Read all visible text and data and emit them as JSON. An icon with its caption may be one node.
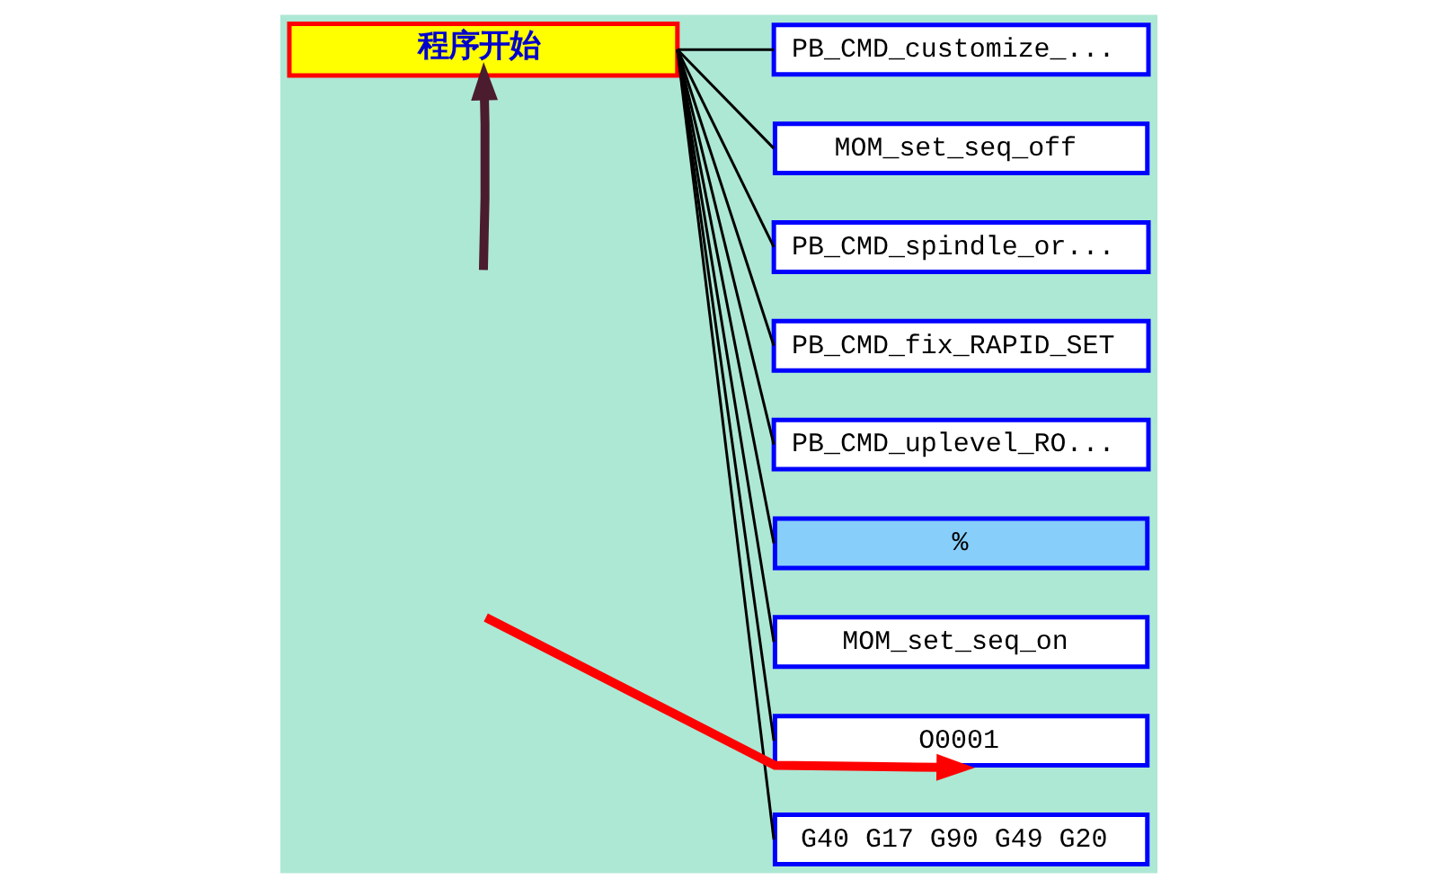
{
  "diagram": {
    "nodes": [
      {
        "text": [
          "程序开始"
        ]
      },
      {
        "text": [
          "PB_CMD_customize_..."
        ]
      },
      {
        "text": [
          "MOM_set_seq_off"
        ]
      },
      {
        "text": [
          "PB_CMD_spindle_or..."
        ]
      },
      {
        "text": [
          "PB_CMD_fix_RAPID_SET"
        ]
      },
      {
        "text": [
          "PB_CMD_uplevel_RO..."
        ]
      },
      {
        "text": [
          "%"
        ]
      },
      {
        "text": [
          "MOM_set_seq_on"
        ]
      },
      {
        "text": [
          "O0001"
        ]
      },
      {
        "text": [
          "G40 G17 G90 G49 G20"
        ]
      }
    ],
    "edges": [
      {
        "from": 0,
        "to": 1,
        "arrow": "none"
      },
      {
        "from": 0,
        "to": 2,
        "arrow": "none"
      },
      {
        "from": 0,
        "to": 3,
        "arrow": "none"
      },
      {
        "from": 0,
        "to": 4,
        "arrow": "none"
      },
      {
        "from": 0,
        "to": 5,
        "arrow": "none"
      },
      {
        "from": 0,
        "to": 6,
        "arrow": "none"
      },
      {
        "from": 0,
        "to": 7,
        "arrow": "none"
      },
      {
        "from": 0,
        "to": 8,
        "arrow": "none"
      },
      {
        "from": 0,
        "to": 9,
        "arrow": "none"
      },
      {
        "from": null,
        "to": 0,
        "arrow": "to",
        "style": "thick",
        "color": "#4b1c2e"
      },
      {
        "from": null,
        "to": 8,
        "arrow": "to",
        "style": "thick",
        "color": "#ff0000"
      }
    ]
  }
}
